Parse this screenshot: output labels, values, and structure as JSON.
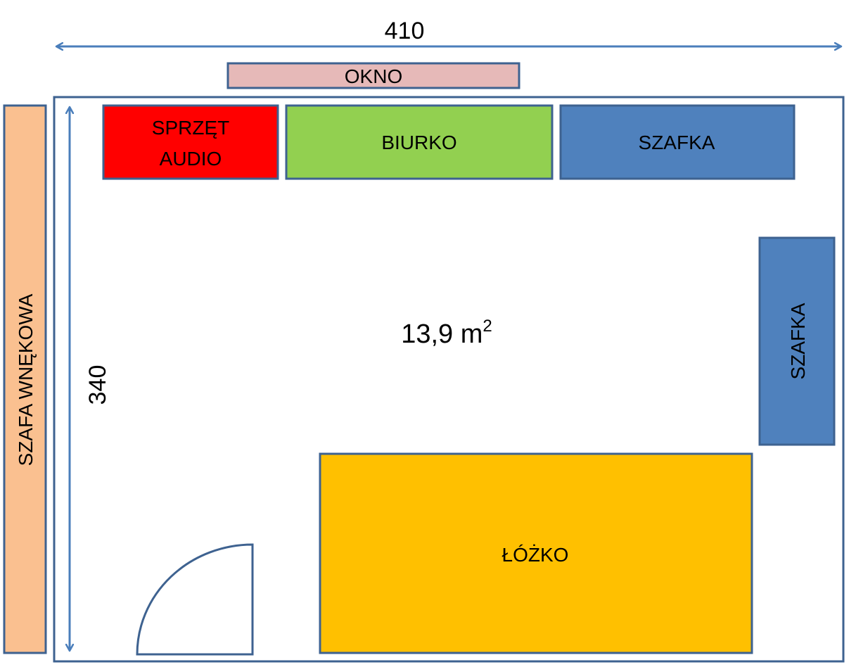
{
  "dimensions": {
    "width_label": "410",
    "height_label": "340"
  },
  "window": {
    "label": "OKNO",
    "color": "#e6b9b8"
  },
  "room": {
    "area_value": "13,9 m",
    "area_exponent": "2",
    "wall_color": "#3e6290"
  },
  "furniture": {
    "audio": {
      "line1": "SPRZĘT",
      "line2": "AUDIO",
      "color": "#ff0000"
    },
    "desk": {
      "label": "BIURKO",
      "color": "#92d050"
    },
    "cabinet_top": {
      "label": "SZAFKA",
      "color": "#4f81bd"
    },
    "cabinet_right": {
      "label": "SZAFKA",
      "color": "#4f81bd"
    },
    "bed": {
      "label": "ŁÓŻKO",
      "color": "#ffc000"
    },
    "wardrobe": {
      "label": "SZAFA WNĘKOWA",
      "color": "#fac090"
    }
  },
  "arrow_color": "#4a7ebb"
}
